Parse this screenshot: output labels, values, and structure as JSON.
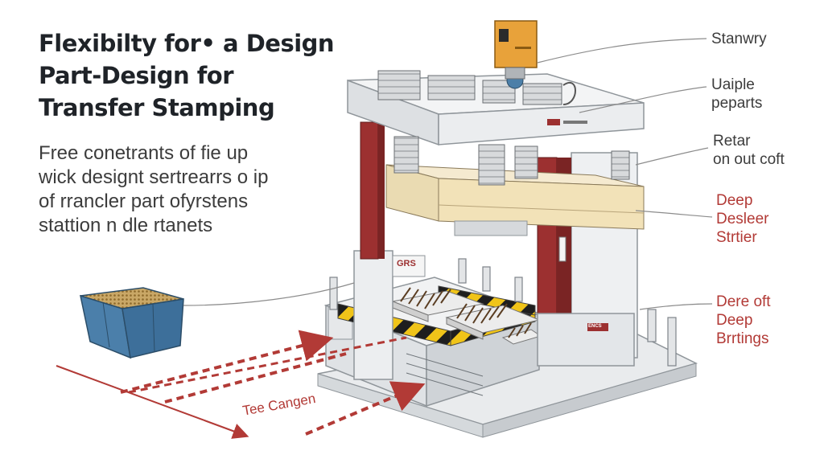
{
  "title_lines": [
    "Flexibilty for• a Design",
    "Part-Design for",
    "Transfer Stamping"
  ],
  "description_lines": [
    "Free conetrants of fie up",
    "wick designt sertrearrs o ip",
    "of rrancler part ofyrstens",
    "stattion n dle rtanets"
  ],
  "callouts": {
    "stanwry": [
      "Stanwry"
    ],
    "uaiple": [
      "Uaiple",
      "peparts"
    ],
    "retar": [
      "Retar",
      "on out coft"
    ],
    "deep_desleer": [
      "Deep",
      "Desleer",
      "Strtier"
    ],
    "dere_oft": [
      "Dere oft",
      "Deep",
      "Brrtings"
    ]
  },
  "press_badge": "GRS",
  "base_plate_text": "ENCS",
  "motion_label": "Tee Cangen",
  "colors": {
    "frame_red": "#9c3030",
    "steel": "#e6e8ea",
    "bin_blue": "#3d6f9a",
    "hazard_yellow": "#f0c419",
    "control_box": "#e8a23a",
    "callout_red": "#b23a36",
    "die_beige": "#f2e2b8"
  }
}
